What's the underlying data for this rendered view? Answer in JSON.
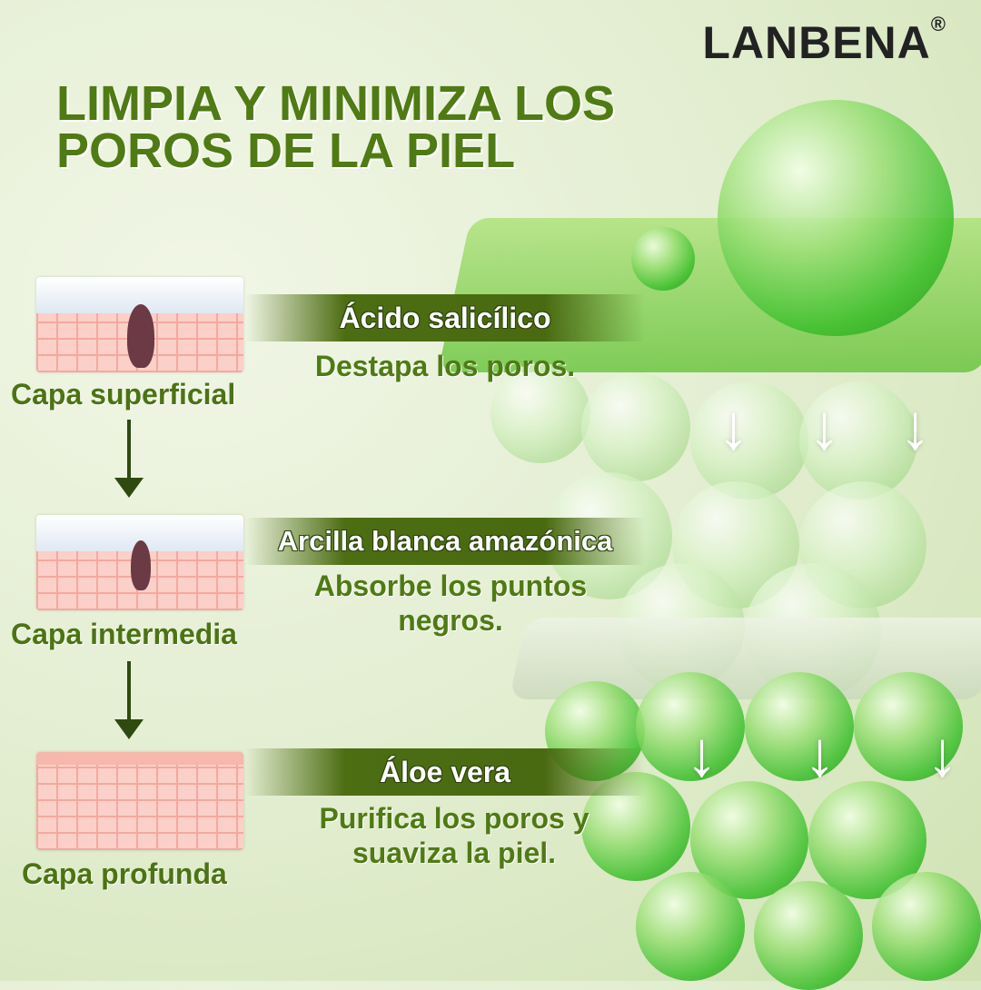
{
  "brand": {
    "name": "LANBENA",
    "mark": "®"
  },
  "title": {
    "line1": "LIMPIA Y MINIMIZA LOS",
    "line2": "POROS DE LA PIEL"
  },
  "layers": [
    {
      "label": "Capa superficial",
      "ingredient": "Ácido salicílico",
      "desc_line1": "Destapa los poros.",
      "desc_line2": ""
    },
    {
      "label": "Capa intermedia",
      "ingredient": "Arcilla blanca amazónica",
      "desc_line1": "Absorbe los puntos",
      "desc_line2": "negros."
    },
    {
      "label": "Capa profunda",
      "ingredient": "Áloe vera",
      "desc_line1": "Purifica los poros y",
      "desc_line2": "suaviza la piel."
    }
  ],
  "colors": {
    "text_green": "#4f7a14",
    "band_green": "#4a6a12"
  }
}
